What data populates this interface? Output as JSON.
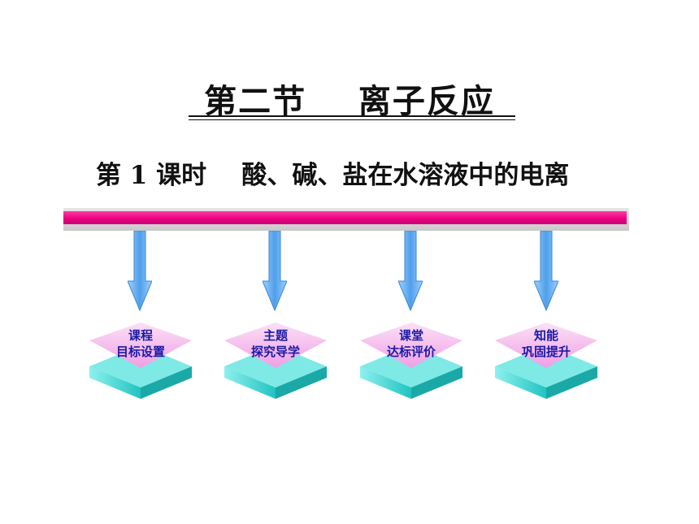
{
  "slide": {
    "title": "第二节    离子反应",
    "subtitle": "第 1 课时    酸、碱、盐在水溶液中的电离"
  },
  "colors": {
    "bar_magenta": "#e9007f",
    "arrow_blue": "#5aa6f0",
    "block_pink": "#f6b6ee",
    "block_teal": "#3fd6d3",
    "label_text": "#1a1aa6"
  },
  "menu": [
    {
      "line1": "课程",
      "line2": "目标设置"
    },
    {
      "line1": "主题",
      "line2": "探究导学"
    },
    {
      "line1": "课堂",
      "line2": "达标评价"
    },
    {
      "line1": "知能",
      "line2": "巩固提升"
    }
  ]
}
